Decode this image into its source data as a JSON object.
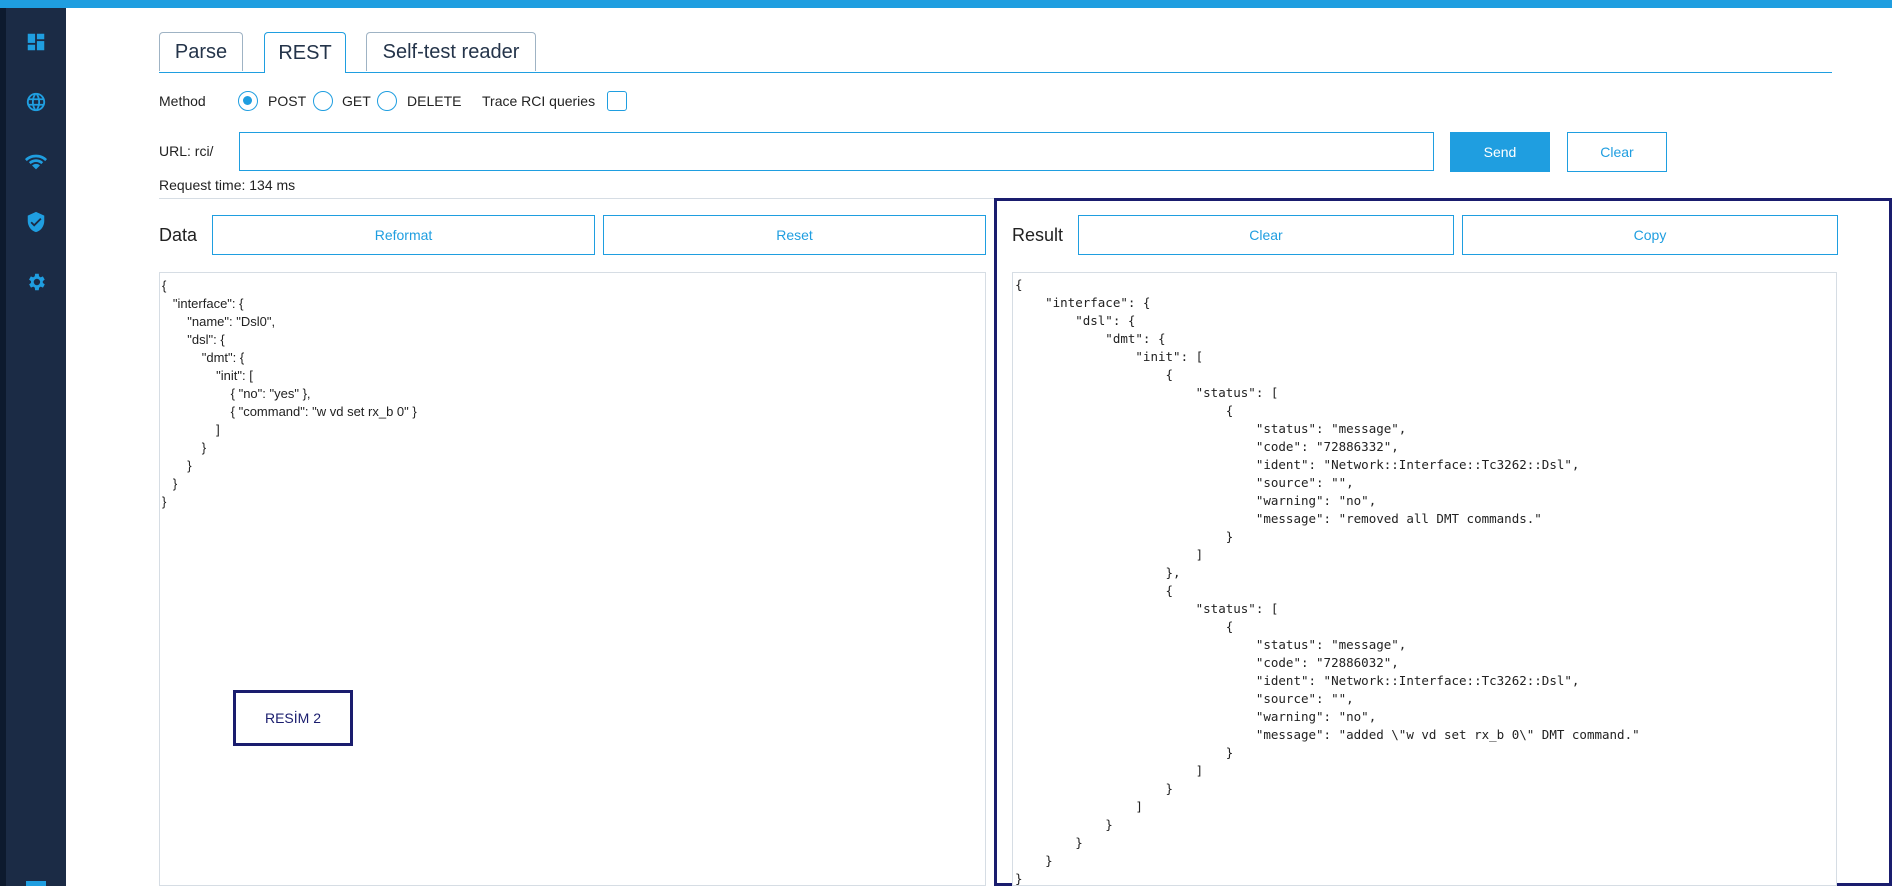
{
  "sidebar": {
    "icons": [
      "dashboard-icon",
      "globe-icon",
      "wifi-icon",
      "shield-icon",
      "gear-icon"
    ],
    "accent": "#1f9ee0",
    "background": "#1b2b45"
  },
  "tabs": [
    {
      "label": "Parse",
      "active": false
    },
    {
      "label": "REST",
      "active": true
    },
    {
      "label": "Self-test reader",
      "active": false
    }
  ],
  "method": {
    "label": "Method",
    "options": [
      {
        "label": "POST",
        "selected": true
      },
      {
        "label": "GET",
        "selected": false
      },
      {
        "label": "DELETE",
        "selected": false
      }
    ],
    "trace_label": "Trace RCI queries",
    "trace_checked": false
  },
  "url": {
    "label": "URL: rci/",
    "value": "",
    "send_label": "Send",
    "clear_label": "Clear"
  },
  "request_time": "Request time: 134 ms",
  "data_panel": {
    "title": "Data",
    "reformat_label": "Reformat",
    "reset_label": "Reset",
    "content": "{\n   \"interface\": {\n       \"name\": \"Dsl0\",\n       \"dsl\": {\n           \"dmt\": {\n               \"init\": [\n                   { \"no\": \"yes\" },\n                   { \"command\": \"w vd set rx_b 0\" }\n               ]\n           }\n       }\n   }\n}"
  },
  "stamp_label": "RESİM 2",
  "result_panel": {
    "title": "Result",
    "clear_label": "Clear",
    "copy_label": "Copy",
    "content": "{\n    \"interface\": {\n        \"dsl\": {\n            \"dmt\": {\n                \"init\": [\n                    {\n                        \"status\": [\n                            {\n                                \"status\": \"message\",\n                                \"code\": \"72886332\",\n                                \"ident\": \"Network::Interface::Tc3262::Dsl\",\n                                \"source\": \"\",\n                                \"warning\": \"no\",\n                                \"message\": \"removed all DMT commands.\"\n                            }\n                        ]\n                    },\n                    {\n                        \"status\": [\n                            {\n                                \"status\": \"message\",\n                                \"code\": \"72886032\",\n                                \"ident\": \"Network::Interface::Tc3262::Dsl\",\n                                \"source\": \"\",\n                                \"warning\": \"no\",\n                                \"message\": \"added \\\"w vd set rx_b 0\\\" DMT command.\"\n                            }\n                        ]\n                    }\n                ]\n            }\n        }\n    }\n}"
  }
}
